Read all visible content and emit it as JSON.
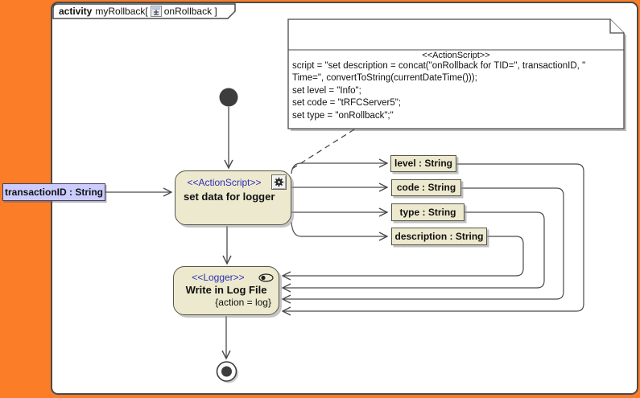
{
  "colors": {
    "canvas_accent": "#FB7D28",
    "frame_bg": "#FFFFFF",
    "line": "#4A4A4A",
    "node_fill": "#ECE9CE",
    "node_border": "#55554A",
    "input_pin_fill": "#CCCCFF",
    "stereotype_text": "#2E2EB8",
    "shadow": "#BDBDBD"
  },
  "frame": {
    "keyword": "activity",
    "name": "myRollback[",
    "diagram_name": "onRollback ]"
  },
  "note": {
    "stereotype": "<<ActionScript>>",
    "lines": [
      "script = \"set description = concat(\"onRollback for TID=\", transactionID, \"",
      "Time=\", convertToString(currentDateTime()));",
      "set level = \"Info\";",
      "set code = \"tRFCServer5\";",
      "set type = \"onRollback\";\""
    ]
  },
  "action_node": {
    "stereotype": "<<ActionScript>>",
    "name": "set data for logger",
    "icon": "script-gear-icon"
  },
  "logger_node": {
    "stereotype": "<<Logger>>",
    "name": "Write in Log File",
    "constraint": "{action = log}",
    "icon": "logger-pill-icon"
  },
  "input_pin": {
    "label": "transactionID : String"
  },
  "output_pins": [
    {
      "label": "level : String"
    },
    {
      "label": "code : String"
    },
    {
      "label": "type : String"
    },
    {
      "label": "description : String"
    }
  ]
}
